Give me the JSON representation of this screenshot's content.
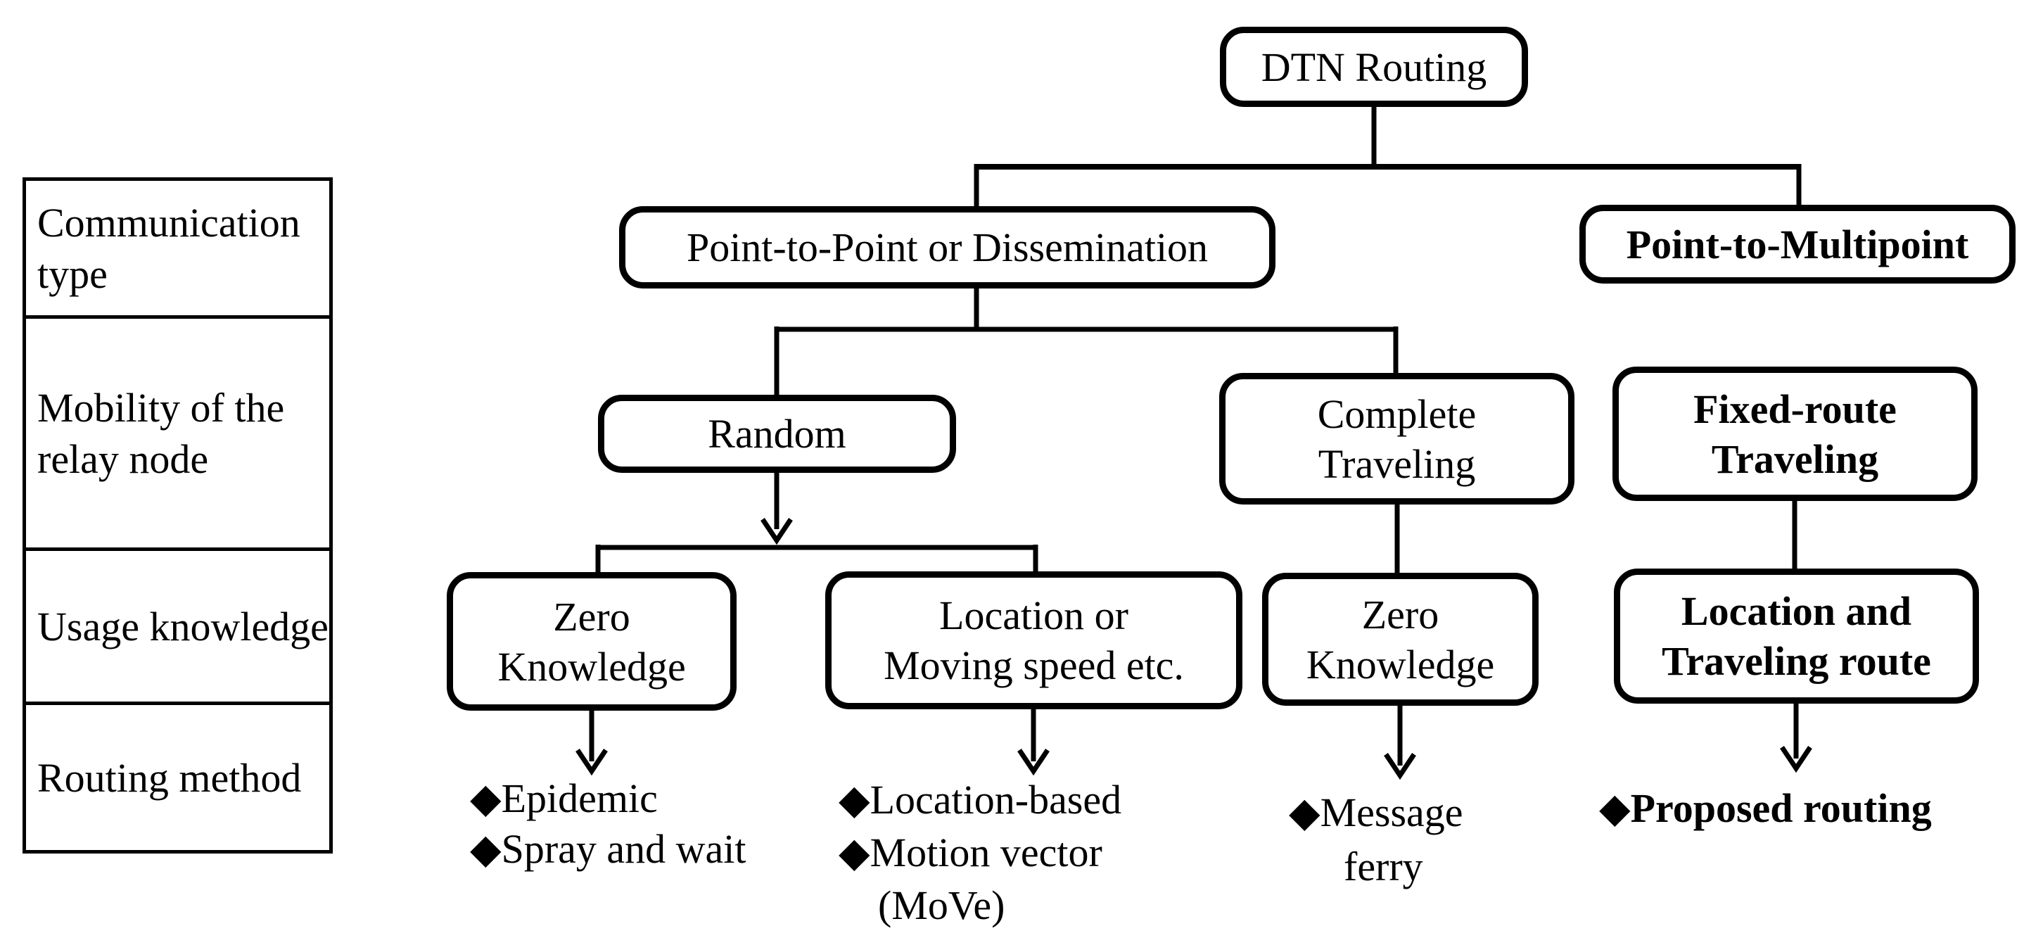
{
  "canvas": {
    "background": "#ffffff",
    "ink": "#000000"
  },
  "left_table": {
    "rows": [
      {
        "lines": [
          "Communication",
          "type"
        ]
      },
      {
        "lines": [
          "Mobility of the",
          "relay node"
        ]
      },
      {
        "lines": [
          "Usage knowledge"
        ]
      },
      {
        "lines": [
          "Routing method"
        ]
      }
    ]
  },
  "nodes": {
    "dtn_routing": {
      "label": "DTN Routing"
    },
    "ptp_dissemination": {
      "label": "Point-to-Point or Dissemination"
    },
    "ptmp": {
      "label": "Point-to-Multipoint"
    },
    "random": {
      "label": "Random"
    },
    "complete_traveling": {
      "lines": [
        "Complete",
        "Traveling"
      ]
    },
    "fixed_route": {
      "lines": [
        "Fixed-route",
        "Traveling"
      ]
    },
    "zero_knowledge_1": {
      "lines": [
        "Zero",
        "Knowledge"
      ]
    },
    "location_speed": {
      "lines": [
        "Location or",
        "Moving speed etc."
      ]
    },
    "zero_knowledge_2": {
      "lines": [
        "Zero",
        "Knowledge"
      ]
    },
    "location_route": {
      "lines": [
        "Location and",
        "Traveling route"
      ]
    }
  },
  "routing_methods": {
    "under_zero_knowledge_1": {
      "lines": [
        "◆Epidemic",
        "◆Spray and wait"
      ]
    },
    "under_location_speed": {
      "lines": [
        "◆Location-based",
        "◆Motion vector",
        "(MoVe)"
      ]
    },
    "under_zero_knowledge_2": {
      "lines": [
        "◆Message",
        "ferry"
      ]
    },
    "under_location_route": {
      "lines": [
        "◆Proposed routing"
      ]
    }
  }
}
